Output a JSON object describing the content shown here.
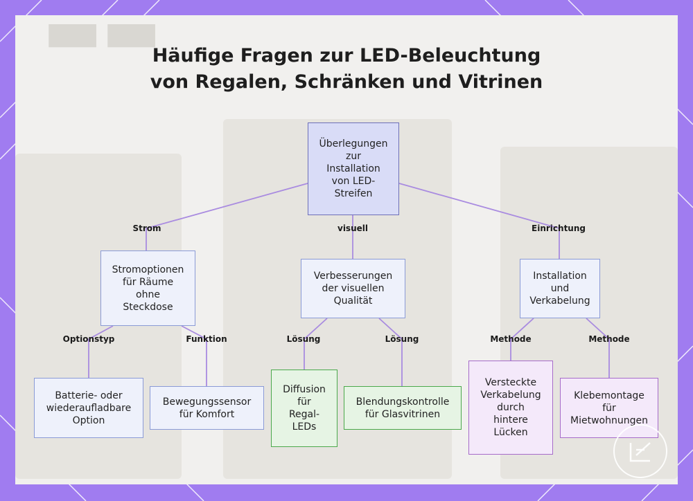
{
  "title": {
    "line1": "Häufige Fragen zur LED-Beleuchtung",
    "line2": "von Regalen, Schränken und Vitrinen"
  },
  "nodes": {
    "root": "Überlegungen zur Installation von LED-Streifen",
    "power": "Stromoptionen für Räume ohne Steckdose",
    "visual": "Verbesserungen der visuellen Qualität",
    "setup": "Installation und Verkabelung",
    "battery": "Batterie- oder wiederaufladbare Option",
    "sensor": "Bewegungssensor für Komfort",
    "diffusion": "Diffusion für Regal-LEDs",
    "glare": "Blendungskontrolle für Glasvitrinen",
    "hidden": "Versteckte Verkabelung durch hintere Lücken",
    "adhesive": "Klebemontage für Mietwohnungen"
  },
  "edge_labels": {
    "power": "Strom",
    "visual": "visuell",
    "setup": "Einrichtung",
    "battery": "Optionstyp",
    "sensor": "Funktion",
    "diffusion": "Lösung",
    "glare": "Lösung",
    "hidden": "Methode",
    "adhesive": "Methode"
  },
  "colors": {
    "frame": "#a07cf0",
    "edge": "#a98be0",
    "root_fill": "#d9dcf7",
    "green_border": "#4aa84a",
    "purple_border": "#a66bc9"
  },
  "icons": {
    "logo": "napkin-logo-icon"
  }
}
